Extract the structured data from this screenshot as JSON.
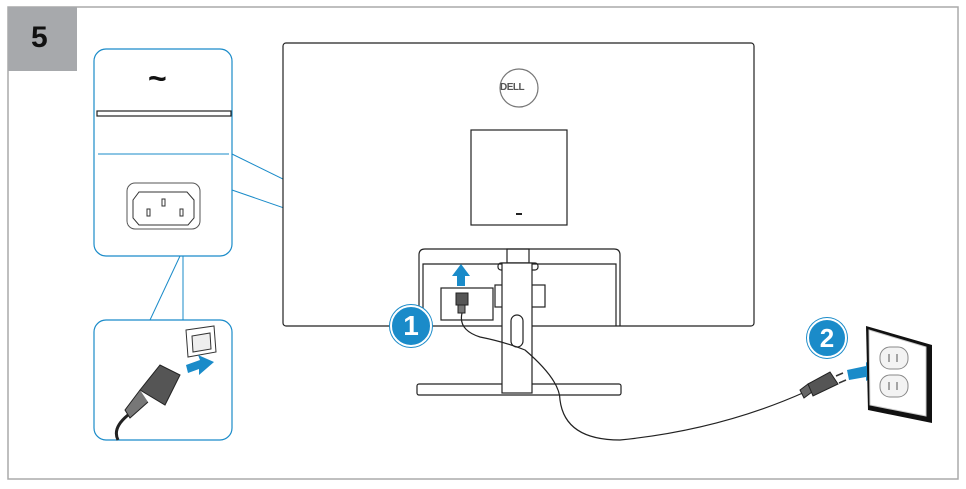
{
  "step": {
    "number": "5"
  },
  "callout": {
    "ac_symbol": "~"
  },
  "badges": [
    "1",
    "2"
  ],
  "monitor": {
    "logo": "DELL"
  },
  "colors": {
    "accent": "#1a8bc9",
    "step_bg": "#a7a9ac",
    "frame": "#aaaaaa"
  }
}
